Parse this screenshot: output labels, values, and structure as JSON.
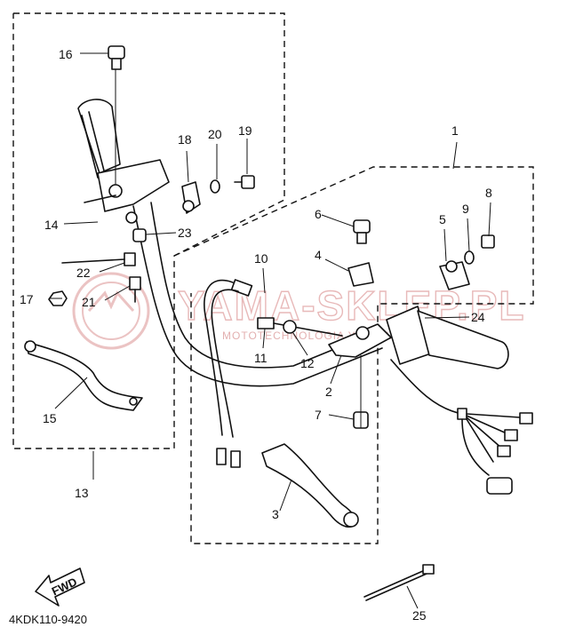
{
  "diagram": {
    "callouts": {
      "c1": "1",
      "c2": "2",
      "c3": "3",
      "c4": "4",
      "c5": "5",
      "c6": "6",
      "c7": "7",
      "c8": "8",
      "c9": "9",
      "c10": "10",
      "c11": "11",
      "c12": "12",
      "c13": "13",
      "c14": "14",
      "c15": "15",
      "c16": "16",
      "c17": "17",
      "c18": "18",
      "c19": "19",
      "c20": "20",
      "c21": "21",
      "c22": "22",
      "c23": "23",
      "c24": "24",
      "c25": "25"
    },
    "fwd_label": "FWD",
    "drawing_code": "4KDK110-9420",
    "watermark": {
      "main": "YAMA-SKLEP.PL",
      "sub": "MOTOTECHNOLOGIA YAMAHA"
    }
  }
}
